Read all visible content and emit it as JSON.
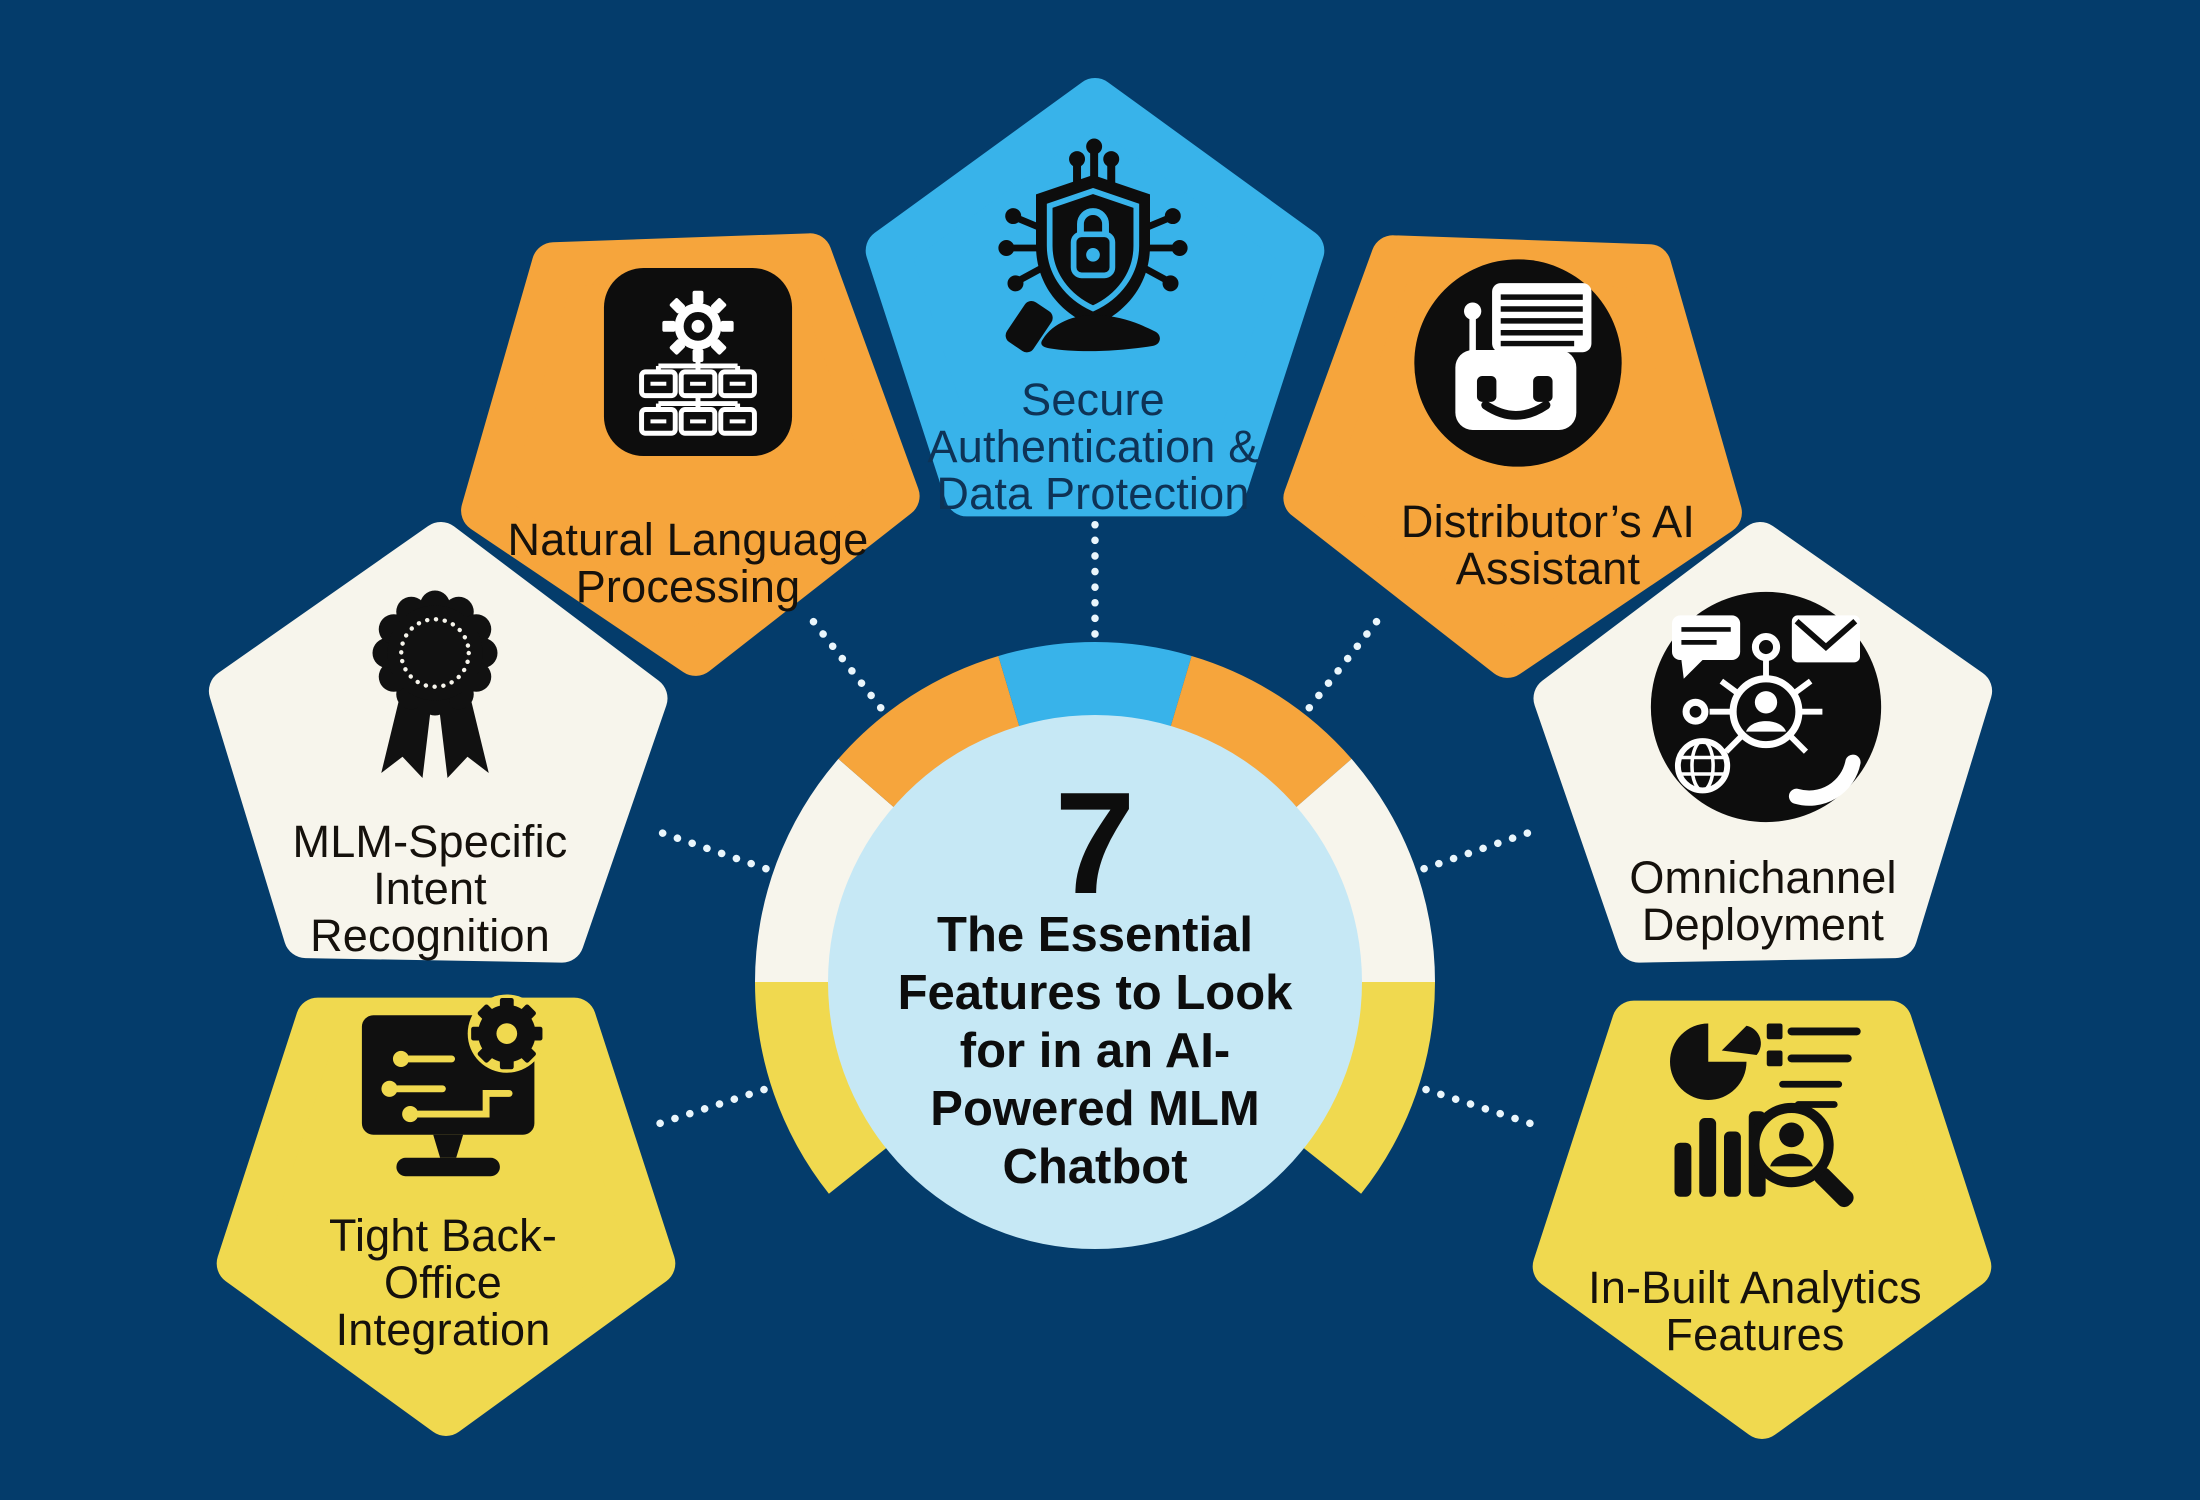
{
  "palette": {
    "background_navy": "#043C6B",
    "orange": "#F6A53C",
    "sky_blue": "#38B3EA",
    "cream": "#F7F5EC",
    "yellow": "#F0D94F",
    "center_circle_light_blue": "#C6E8F5",
    "icon_black": "#0D0D0D",
    "dotted_line_white": "#EAF6FC",
    "label_text_dark": "#15110C",
    "label_text_navy": "#0E3356"
  },
  "center": {
    "number": "7",
    "title_lines": [
      "The Essential",
      "Features to Look",
      "for in an AI-",
      "Powered MLM",
      "Chatbot"
    ]
  },
  "features": [
    {
      "id": "secure-authentication",
      "color": "#38B3EA",
      "text_color": "#0E3356",
      "icon": "shield-lock-circuit-hand-icon",
      "label_lines": [
        "Secure",
        "Authentication &",
        "Data Protection"
      ]
    },
    {
      "id": "natural-language-processing",
      "color": "#F6A53C",
      "text_color": "#15110C",
      "icon": "gear-flowchart-icon",
      "label_lines": [
        "Natural Language",
        "Processing",
        ""
      ]
    },
    {
      "id": "distributors-ai-assistant",
      "color": "#F6A53C",
      "text_color": "#15110C",
      "icon": "chatbot-speech-bubble-icon",
      "label_lines": [
        "Distributor’s AI",
        "Assistant",
        ""
      ]
    },
    {
      "id": "mlm-specific-intent-recognition",
      "color": "#F7F5EC",
      "text_color": "#15110C",
      "icon": "award-ribbon-icon",
      "label_lines": [
        "MLM-Specific",
        "Intent",
        "Recognition"
      ]
    },
    {
      "id": "omnichannel-deployment",
      "color": "#F7F5EC",
      "text_color": "#15110C",
      "icon": "multichannel-network-icon",
      "label_lines": [
        "Omnichannel",
        "Deployment",
        ""
      ]
    },
    {
      "id": "tight-back-office-integration",
      "color": "#F0D94F",
      "text_color": "#15110C",
      "icon": "monitor-gear-circuit-icon",
      "label_lines": [
        "Tight Back-",
        "Office",
        "Integration"
      ]
    },
    {
      "id": "in-built-analytics-features",
      "color": "#F0D94F",
      "text_color": "#15110C",
      "icon": "analytics-magnifier-icon",
      "label_lines": [
        "In-Built Analytics",
        "Features",
        ""
      ]
    }
  ]
}
